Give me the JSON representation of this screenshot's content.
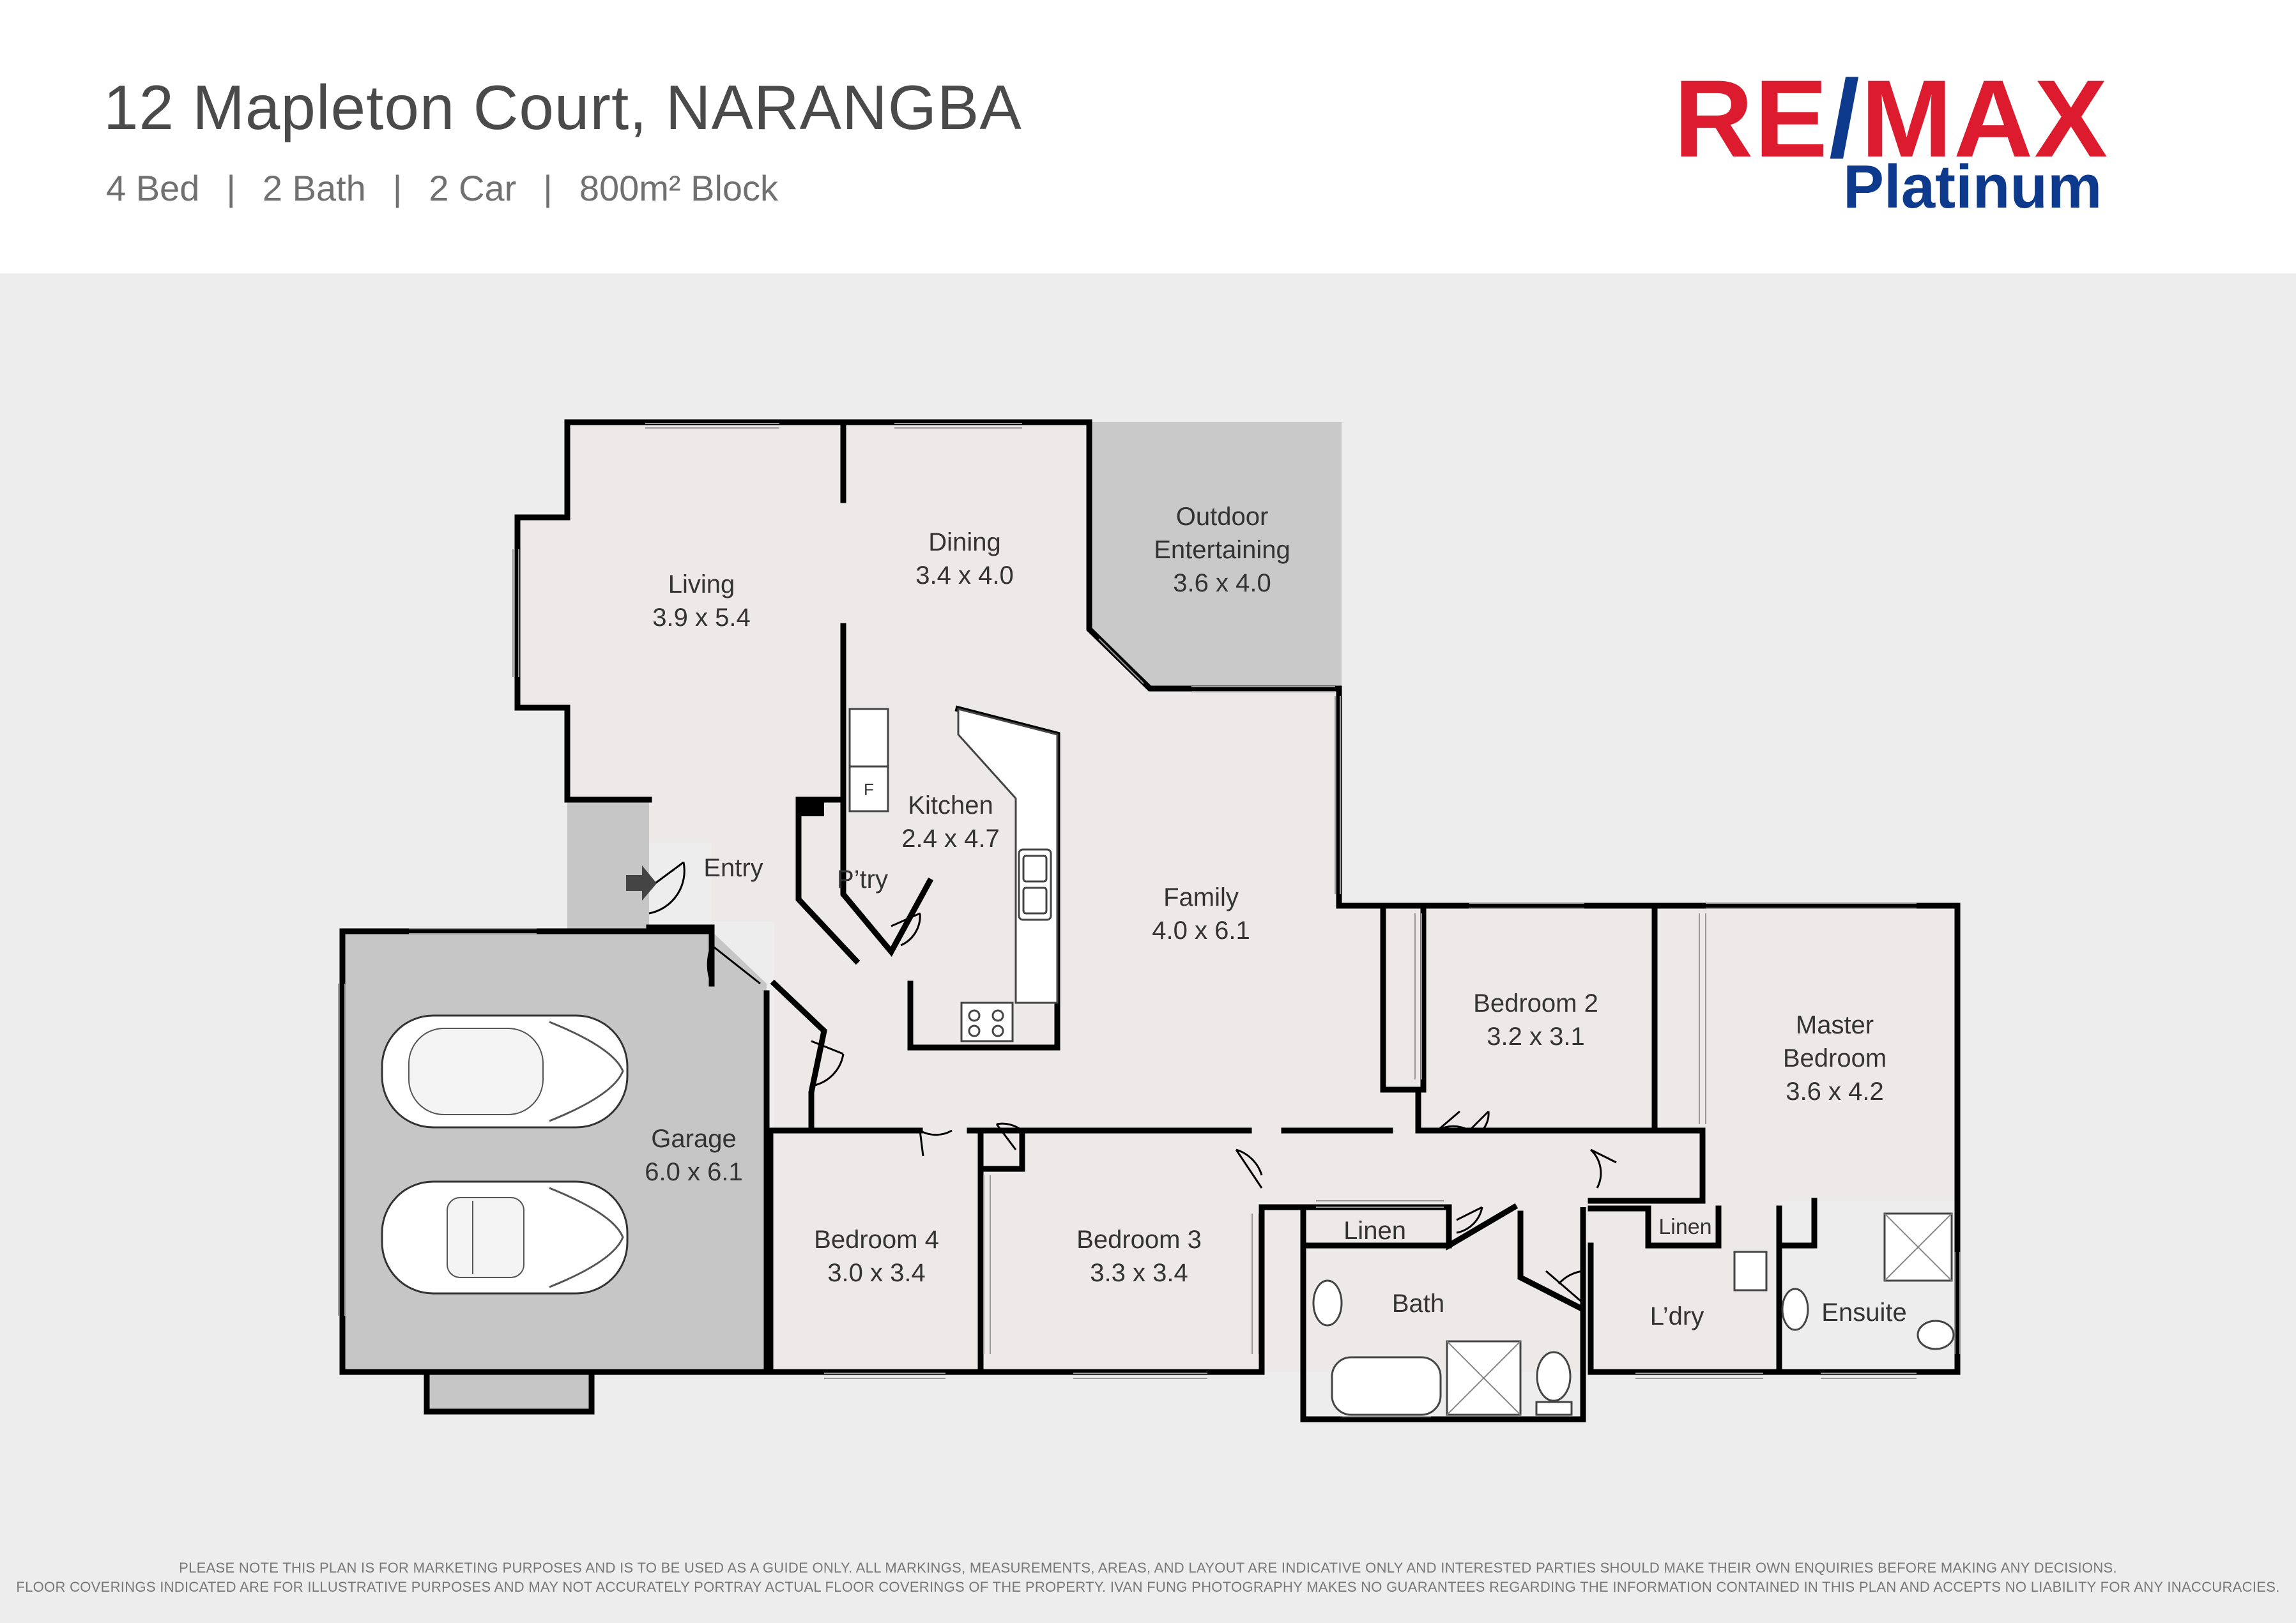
{
  "header": {
    "address": "12 Mapleton Court, NARANGBA",
    "beds": "4 Bed",
    "baths": "2 Bath",
    "cars": "2 Car",
    "block": "800m² Block",
    "separator": "|"
  },
  "logo": {
    "brand_left": "RE",
    "brand_slash": "/",
    "brand_right": "MAX",
    "office": "Platinum"
  },
  "colors": {
    "brand_red": "#dc1c2e",
    "brand_blue": "#0d3a8c",
    "room_fill": "#ede9e9",
    "garage_fill": "#c6c6c6",
    "outdoor_fill": "#c9c9c9",
    "wall": "#000000"
  },
  "rooms": {
    "living": {
      "name": "Living",
      "size": "3.9 x 5.4"
    },
    "dining": {
      "name": "Dining",
      "size": "3.4 x 4.0"
    },
    "outdoor": {
      "name1": "Outdoor",
      "name2": "Entertaining",
      "size": "3.6 x 4.0"
    },
    "kitchen": {
      "name": "Kitchen",
      "size": "2.4 x 4.7"
    },
    "fridge": "F",
    "pantry": "P’try",
    "entry": "Entry",
    "family": {
      "name": "Family",
      "size": "4.0 x 6.1"
    },
    "bedroom2": {
      "name": "Bedroom 2",
      "size": "3.2 x 3.1"
    },
    "master": {
      "name1": "Master",
      "name2": "Bedroom",
      "size": "3.6 x 4.2"
    },
    "garage": {
      "name": "Garage",
      "size": "6.0 x 6.1"
    },
    "bedroom4": {
      "name": "Bedroom 4",
      "size": "3.0 x 3.4"
    },
    "bedroom3": {
      "name": "Bedroom 3",
      "size": "3.3 x 3.4"
    },
    "linen1": "Linen",
    "bath": "Bath",
    "linen2": "Linen",
    "laundry": "L’dry",
    "ensuite": "Ensuite"
  },
  "icons": [
    "entry-arrow-icon",
    "car-icon",
    "convertible-car-icon",
    "sink-icon",
    "cooktop-icon",
    "bathtub-icon",
    "shower-icon",
    "toilet-icon",
    "basin-icon"
  ],
  "disclaimer": {
    "line1": "PLEASE NOTE THIS PLAN IS FOR MARKETING PURPOSES AND IS TO BE USED AS A GUIDE ONLY.  ALL MARKINGS, MEASUREMENTS, AREAS, AND LAYOUT ARE INDICATIVE ONLY AND INTERESTED PARTIES SHOULD MAKE THEIR OWN ENQUIRIES BEFORE MAKING ANY DECISIONS.",
    "line2": "FLOOR COVERINGS INDICATED ARE FOR ILLUSTRATIVE PURPOSES AND MAY NOT ACCURATELY PORTRAY ACTUAL FLOOR COVERINGS OF THE PROPERTY.  IVAN FUNG PHOTOGRAPHY MAKES NO GUARANTEES REGARDING THE INFORMATION CONTAINED IN THIS PLAN AND ACCEPTS NO LIABILITY FOR  ANY INACCURACIES."
  }
}
